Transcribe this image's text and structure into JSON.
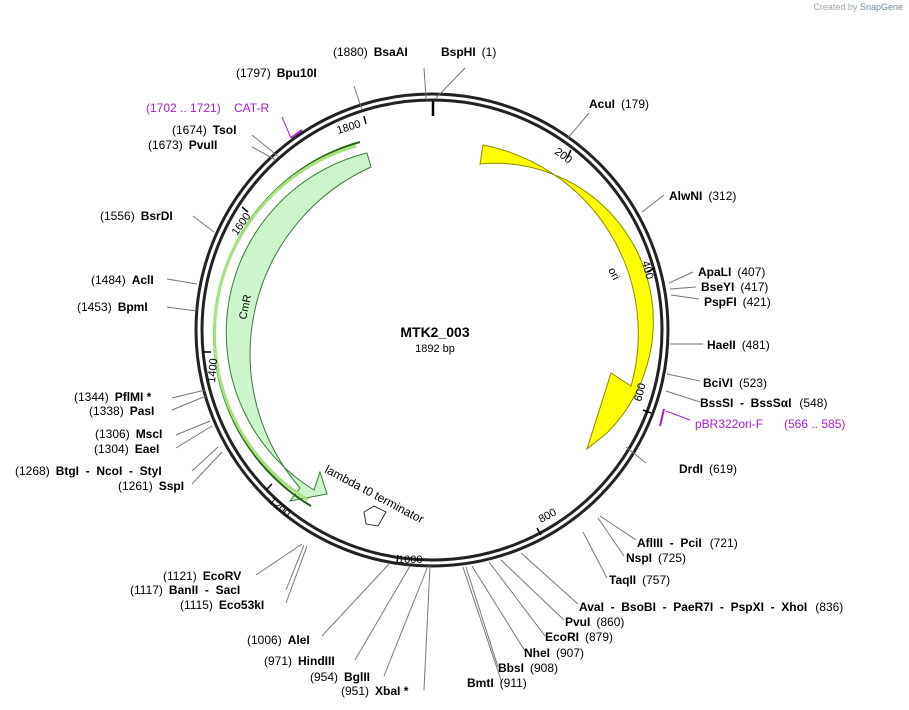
{
  "credit": {
    "prefix": "Created by",
    "brand": "SnapGene"
  },
  "plasmid": {
    "name": "MTK2_003",
    "size_label": "1892 bp",
    "length": 1892
  },
  "colors": {
    "ori": "#ffff00",
    "cmr": "#ccf5cc",
    "primer": "#a51fd0",
    "ring": "#222222"
  },
  "ticks": [
    {
      "pos": 200,
      "label": "200"
    },
    {
      "pos": 400,
      "label": "400"
    },
    {
      "pos": 600,
      "label": "600"
    },
    {
      "pos": 800,
      "label": "800"
    },
    {
      "pos": 1000,
      "label": "1000"
    },
    {
      "pos": 1200,
      "label": "1200"
    },
    {
      "pos": 1400,
      "label": "1400"
    },
    {
      "pos": 1600,
      "label": "1600"
    },
    {
      "pos": 1800,
      "label": "1800"
    }
  ],
  "features": [
    {
      "name": "ori",
      "start": 0,
      "end": 1
    },
    {
      "name": "CmR",
      "start": 0,
      "end": 1
    },
    {
      "name": "lambda t0 terminator",
      "start": 0,
      "end": 1
    }
  ],
  "primers": [
    {
      "name": "CAT-R",
      "range": "(1702 .. 1721)"
    },
    {
      "name": "pBR322ori-F",
      "range": "(566 .. 585)"
    }
  ],
  "sites": [
    {
      "pos": "(1880)",
      "name": "BsaAI"
    },
    {
      "pos": "(1)",
      "name": "BspHI"
    },
    {
      "pos": "(1797)",
      "name": "Bpu10I"
    },
    {
      "pos": "(179)",
      "name": "AcuI"
    },
    {
      "pos": "(1674)",
      "name": "TsoI"
    },
    {
      "pos": "(1673)",
      "name": "PvuII"
    },
    {
      "pos": "(312)",
      "name": "AlwNI"
    },
    {
      "pos": "(1556)",
      "name": "BsrDI"
    },
    {
      "pos": "(407)",
      "name": "ApaLI"
    },
    {
      "pos": "(417)",
      "name": "BseYI"
    },
    {
      "pos": "(421)",
      "name": "PspFI"
    },
    {
      "pos": "(1484)",
      "name": "AclI"
    },
    {
      "pos": "(1453)",
      "name": "BpmI"
    },
    {
      "pos": "(481)",
      "name": "HaeII"
    },
    {
      "pos": "(523)",
      "name": "BciVI"
    },
    {
      "pos": "(548)",
      "name": "BssSI  -  BssSαI"
    },
    {
      "pos": "(1344)",
      "name": "PflMI *"
    },
    {
      "pos": "(1338)",
      "name": "PasI"
    },
    {
      "pos": "(619)",
      "name": "DrdI"
    },
    {
      "pos": "(1306)",
      "name": "MscI"
    },
    {
      "pos": "(1304)",
      "name": "EaeI"
    },
    {
      "pos": "(1268)",
      "name": "BtgI  -  NcoI  -  StyI"
    },
    {
      "pos": "(1261)",
      "name": "SspI"
    },
    {
      "pos": "(721)",
      "name": "AflIII  -  PciI"
    },
    {
      "pos": "(725)",
      "name": "NspI"
    },
    {
      "pos": "(757)",
      "name": "TaqII"
    },
    {
      "pos": "(1121)",
      "name": "EcoRV"
    },
    {
      "pos": "(1117)",
      "name": "BanII  -  SacI"
    },
    {
      "pos": "(1115)",
      "name": "Eco53kI"
    },
    {
      "pos": "(836)",
      "name": "AvaI  -  BsoBI  -  PaeR7I  -  PspXI  -  XhoI"
    },
    {
      "pos": "(860)",
      "name": "PvuI"
    },
    {
      "pos": "(879)",
      "name": "EcoRI"
    },
    {
      "pos": "(907)",
      "name": "NheI"
    },
    {
      "pos": "(1006)",
      "name": "AleI"
    },
    {
      "pos": "(971)",
      "name": "HindIII"
    },
    {
      "pos": "(908)",
      "name": "BbsI"
    },
    {
      "pos": "(954)",
      "name": "BglII"
    },
    {
      "pos": "(911)",
      "name": "BmtI"
    },
    {
      "pos": "(951)",
      "name": "XbaI *"
    }
  ]
}
